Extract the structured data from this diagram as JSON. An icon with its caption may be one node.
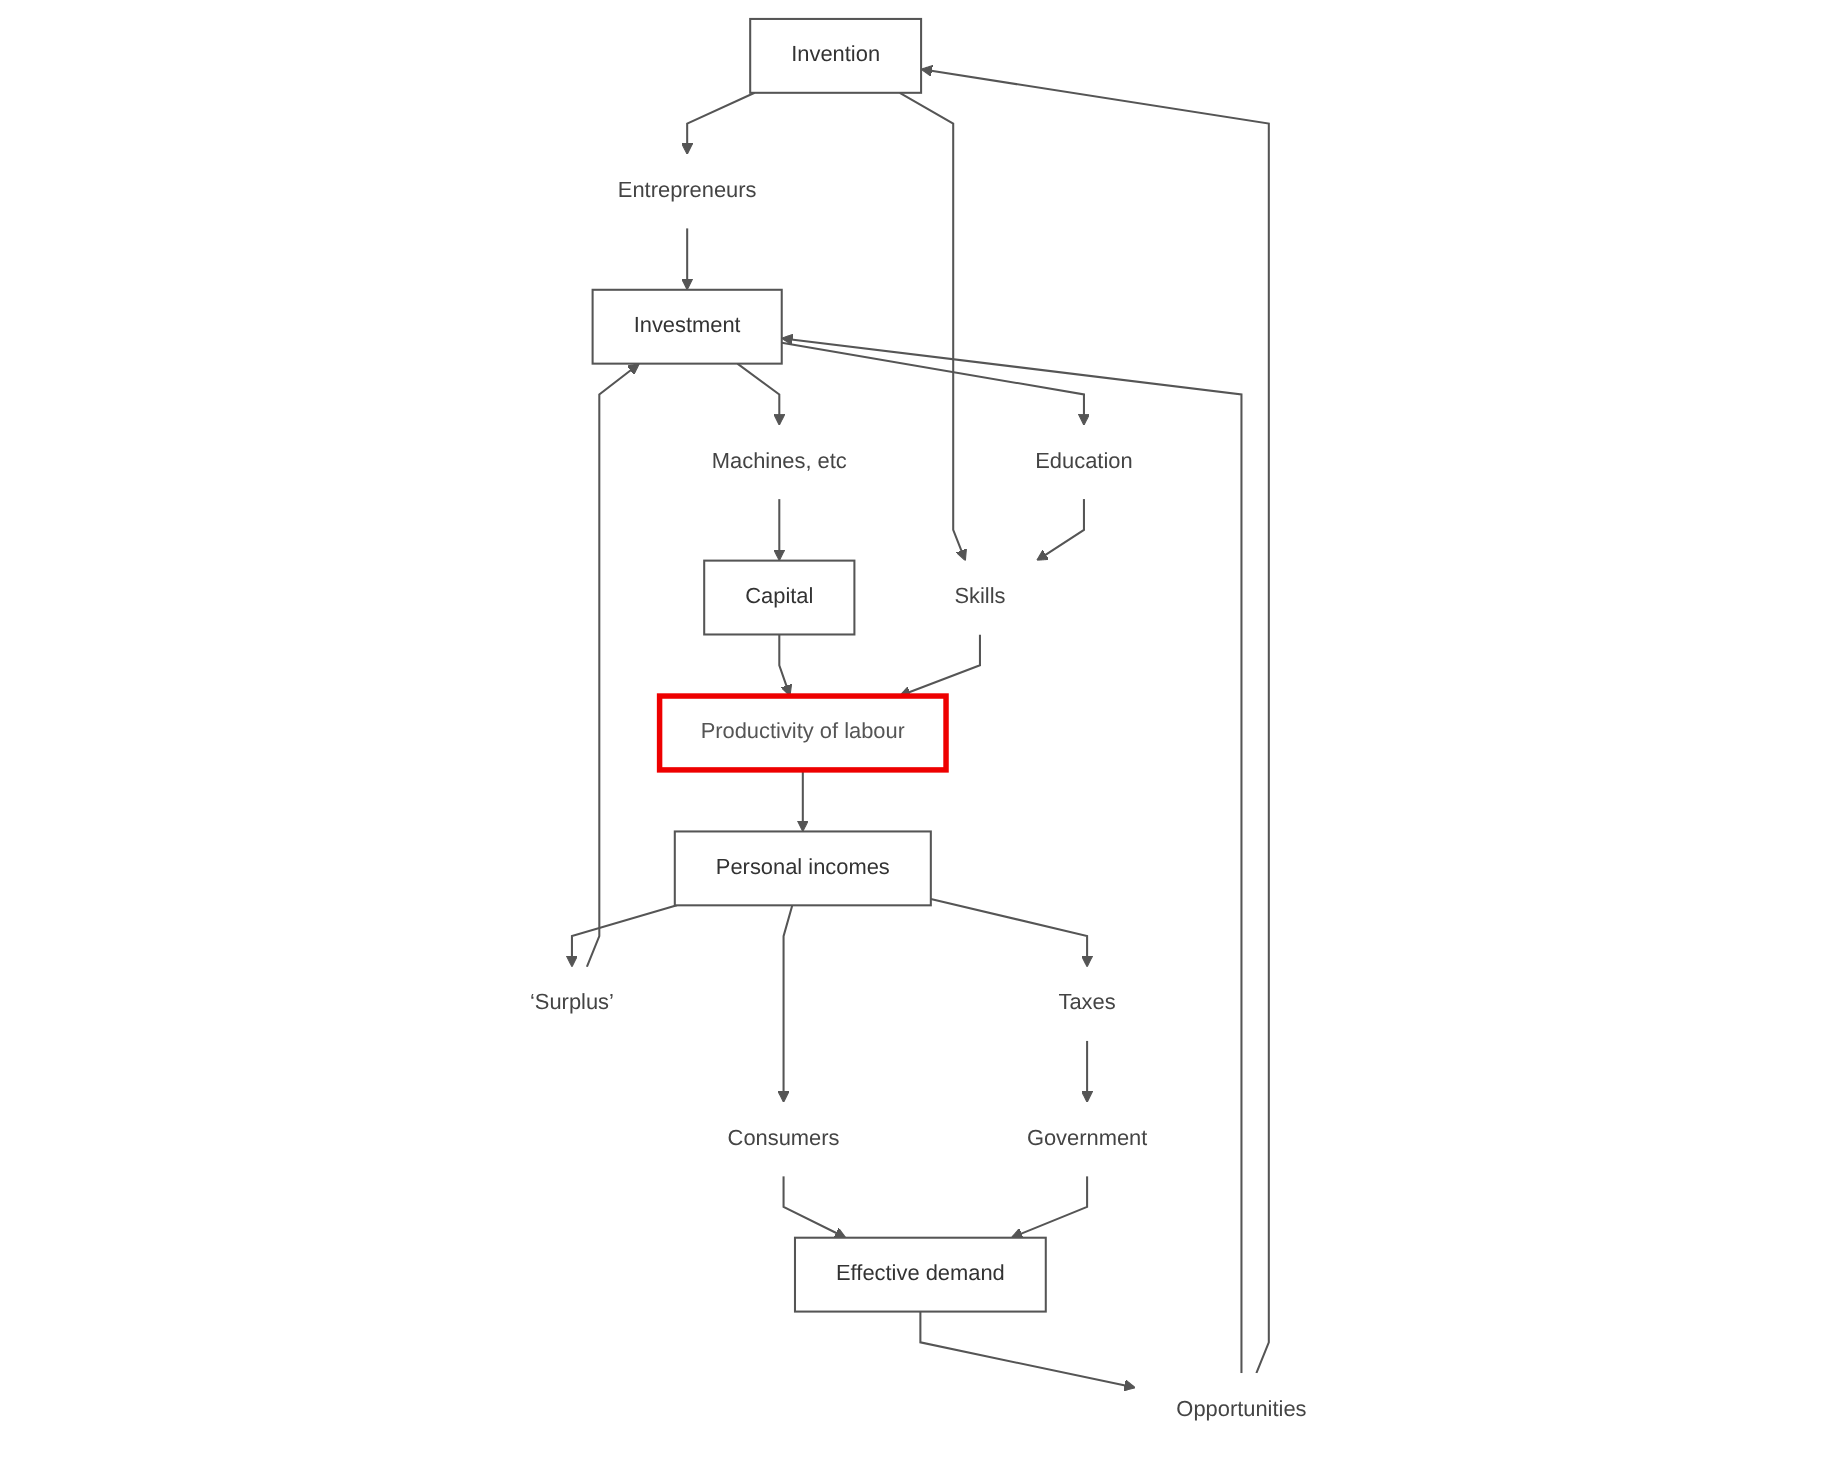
{
  "diagram": {
    "nodes": [
      {
        "text": [
          "Invention"
        ]
      },
      {
        "text": [
          "Entrepreneurs"
        ]
      },
      {
        "text": [
          "Education"
        ]
      },
      {
        "text": [
          "Investment"
        ]
      },
      {
        "text": [
          "Opportunities"
        ]
      },
      {
        "text": [
          "Machines, etc"
        ]
      },
      {
        "text": [
          "Capital"
        ]
      },
      {
        "text": [
          "‘Surplus’"
        ]
      },
      {
        "text": [
          "Effective demand"
        ]
      },
      {
        "text": [
          "Skills"
        ]
      },
      {
        "text": [
          "Consumers"
        ]
      },
      {
        "text": [
          "Government"
        ]
      },
      {
        "text": [
          "Productivity of labour"
        ]
      },
      {
        "text": [
          "Taxes"
        ]
      },
      {
        "text": [
          "Personal incomes"
        ]
      }
    ],
    "edges": [
      {
        "from": 0,
        "to": 1,
        "arrow": "to"
      },
      {
        "from": 1,
        "to": 3,
        "arrow": "to"
      },
      {
        "from": 0,
        "to": 9,
        "arrow": "to"
      },
      {
        "from": 3,
        "to": 2,
        "arrow": "to"
      },
      {
        "from": 3,
        "to": 5,
        "arrow": "to"
      },
      {
        "from": 2,
        "to": 9,
        "arrow": "to"
      },
      {
        "from": 5,
        "to": 6,
        "arrow": "to"
      },
      {
        "from": 6,
        "to": 12,
        "arrow": "to"
      },
      {
        "from": 9,
        "to": 12,
        "arrow": "to"
      },
      {
        "from": 12,
        "to": 14,
        "arrow": "to"
      },
      {
        "from": 14,
        "to": 7,
        "arrow": "to"
      },
      {
        "from": 7,
        "to": 3,
        "arrow": "to"
      },
      {
        "from": 14,
        "to": 10,
        "arrow": "to"
      },
      {
        "from": 14,
        "to": 13,
        "arrow": "to"
      },
      {
        "from": 13,
        "to": 11,
        "arrow": "to"
      },
      {
        "from": 10,
        "to": 8,
        "arrow": "to"
      },
      {
        "from": 11,
        "to": 8,
        "arrow": "to"
      },
      {
        "from": 8,
        "to": 4,
        "arrow": "to"
      },
      {
        "from": 4,
        "to": 3,
        "arrow": "to"
      },
      {
        "from": 4,
        "to": 0,
        "arrow": "to"
      }
    ]
  }
}
